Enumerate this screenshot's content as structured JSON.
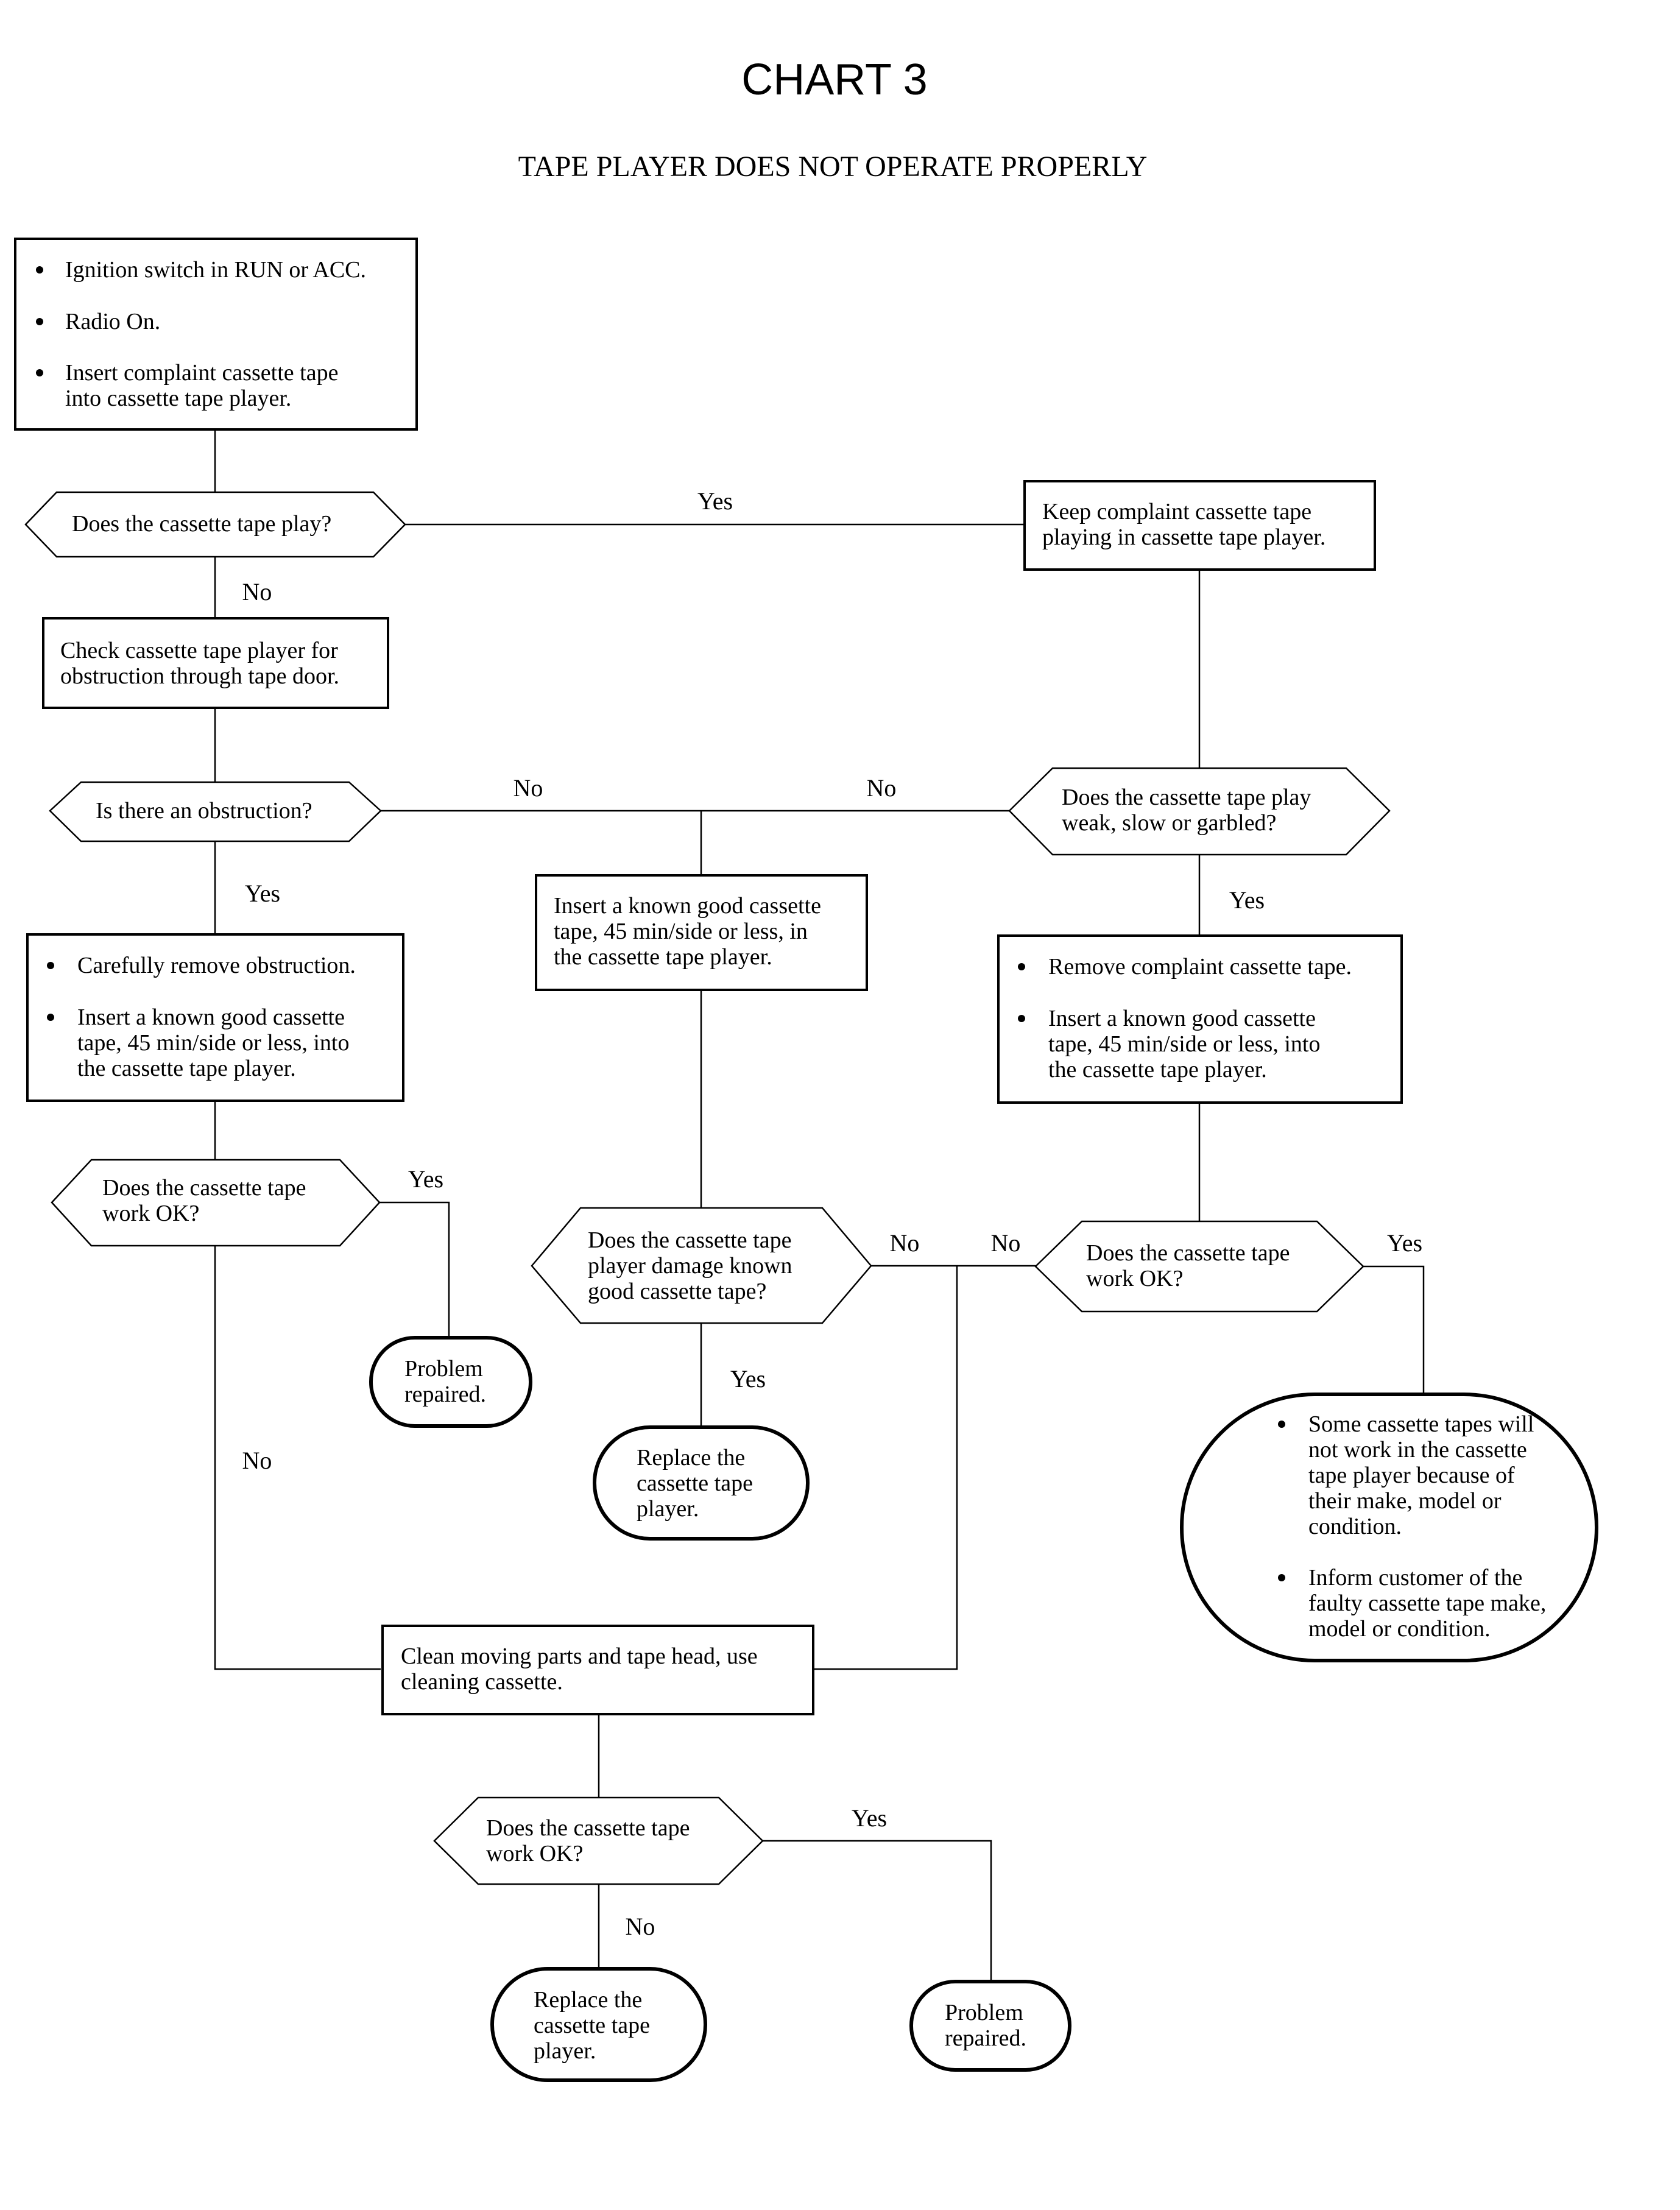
{
  "title": "CHART 3",
  "subtitle": "TAPE PLAYER DOES NOT OPERATE PROPERLY",
  "nodes": {
    "start": {
      "bullets": [
        [
          "Ignition switch in RUN or ACC."
        ],
        [
          "Radio On."
        ],
        [
          "Insert complaint cassette tape",
          "into cassette tape player."
        ]
      ]
    },
    "q_plays": {
      "lines": [
        "Does the cassette tape play?"
      ]
    },
    "keep_playing": {
      "lines": [
        "Keep complaint cassette tape",
        "playing in cassette tape player."
      ]
    },
    "check_obstruction": {
      "lines": [
        "Check cassette tape player for",
        "obstruction through tape door."
      ]
    },
    "q_obstruction": {
      "lines": [
        "Is there an obstruction?"
      ]
    },
    "q_weak": {
      "lines": [
        "Does the cassette tape play",
        "weak, slow or garbled?"
      ]
    },
    "insert_good_mid": {
      "lines": [
        "Insert a known good cassette",
        "tape, 45 min/side or less, in",
        "the cassette tape player."
      ]
    },
    "remove_obstruction": {
      "bullets": [
        [
          "Carefully remove obstruction."
        ],
        [
          "Insert a known good cassette",
          "tape, 45 min/side or less, into",
          "the cassette tape player."
        ]
      ]
    },
    "remove_complaint": {
      "bullets": [
        [
          "Remove complaint cassette tape."
        ],
        [
          "Insert a known good cassette",
          "tape, 45 min/side or less, into",
          "the cassette tape player."
        ]
      ]
    },
    "q_work_left": {
      "lines": [
        "Does the cassette tape",
        "work OK?"
      ]
    },
    "q_damage": {
      "lines": [
        "Does the cassette tape",
        "player damage known",
        "good cassette tape?"
      ]
    },
    "q_work_right": {
      "lines": [
        "Does the cassette tape",
        "work OK?"
      ]
    },
    "problem_repaired_1": {
      "lines": [
        "Problem",
        "repaired."
      ]
    },
    "replace_player_1": {
      "lines": [
        "Replace the",
        "cassette tape",
        "player."
      ]
    },
    "some_tapes": {
      "bullets": [
        [
          "Some cassette tapes will",
          "not work in the cassette",
          "tape player because of",
          "their make, model or",
          "condition."
        ],
        [
          "Inform customer of the",
          "faulty cassette tape make,",
          "model or condition."
        ]
      ]
    },
    "clean": {
      "lines": [
        "Clean moving parts and tape head, use",
        "cleaning cassette."
      ]
    },
    "q_work_bottom": {
      "lines": [
        "Does the cassette tape",
        "work OK?"
      ]
    },
    "replace_player_2": {
      "lines": [
        "Replace the",
        "cassette tape",
        "player."
      ]
    },
    "problem_repaired_2": {
      "lines": [
        "Problem",
        "repaired."
      ]
    }
  },
  "edge_labels": {
    "plays_yes": "Yes",
    "plays_no": "No",
    "obstruction_no": "No",
    "weak_no": "No",
    "obstruction_yes": "Yes",
    "weak_yes": "Yes",
    "work_left_yes": "Yes",
    "work_left_no": "No",
    "damage_no": "No",
    "work_right_no": "No",
    "work_right_yes": "Yes",
    "damage_yes": "Yes",
    "work_bottom_yes": "Yes",
    "work_bottom_no": "No"
  }
}
